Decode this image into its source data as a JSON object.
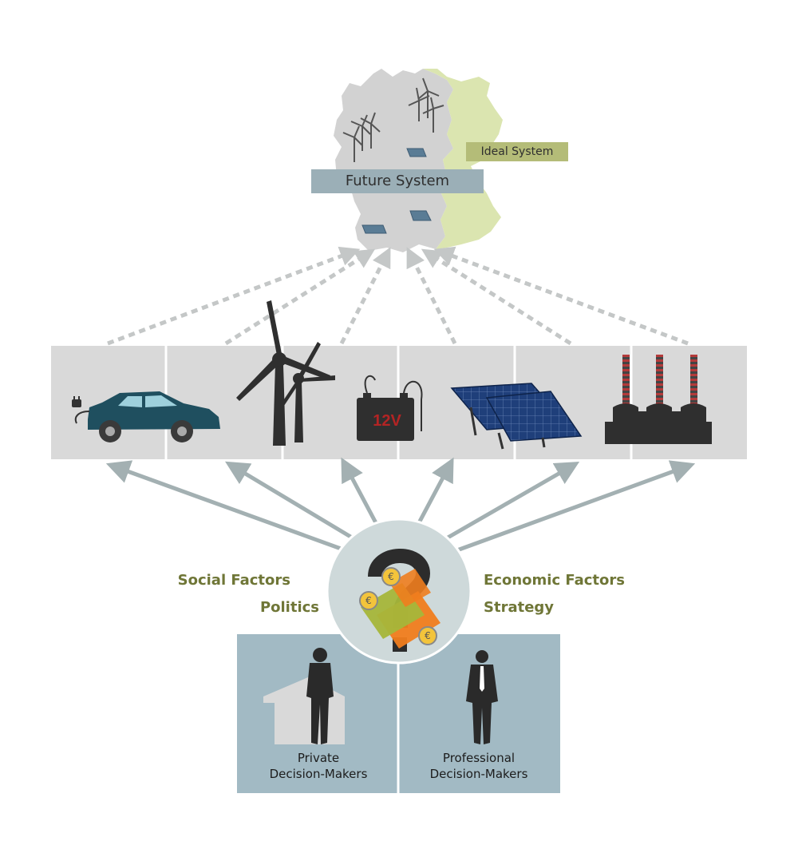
{
  "map": {
    "future_label": "Future System",
    "ideal_label": "Ideal System"
  },
  "technologies": [
    {
      "icon": "electric-car-icon"
    },
    {
      "icon": "wind-turbine-icon"
    },
    {
      "icon": "battery-icon",
      "battery_label": "12V"
    },
    {
      "icon": "solar-panel-icon"
    },
    {
      "icon": "power-plant-icon"
    }
  ],
  "factors": {
    "left": [
      "Social Factors",
      "Politics"
    ],
    "right": [
      "Economic Factors",
      "Strategy"
    ]
  },
  "center": {
    "icon": "question-money-icon"
  },
  "decision_makers": {
    "private": {
      "line1": "Private",
      "line2": "Decision-Makers"
    },
    "professional": {
      "line1": "Professional",
      "line2": "Decision-Makers"
    }
  },
  "colors": {
    "map_grey": "#d2d2d2",
    "ideal_green": "#dbe5b0",
    "future_label_bg": "#9bafb7",
    "ideal_label_bg": "#b4bc78",
    "tech_band": "#d9d9d9",
    "arrow_grey": "#a3b0b2",
    "factor_text": "#6f7637",
    "panel_blue": "#a2bac4",
    "circle_bg": "#ced9da"
  }
}
